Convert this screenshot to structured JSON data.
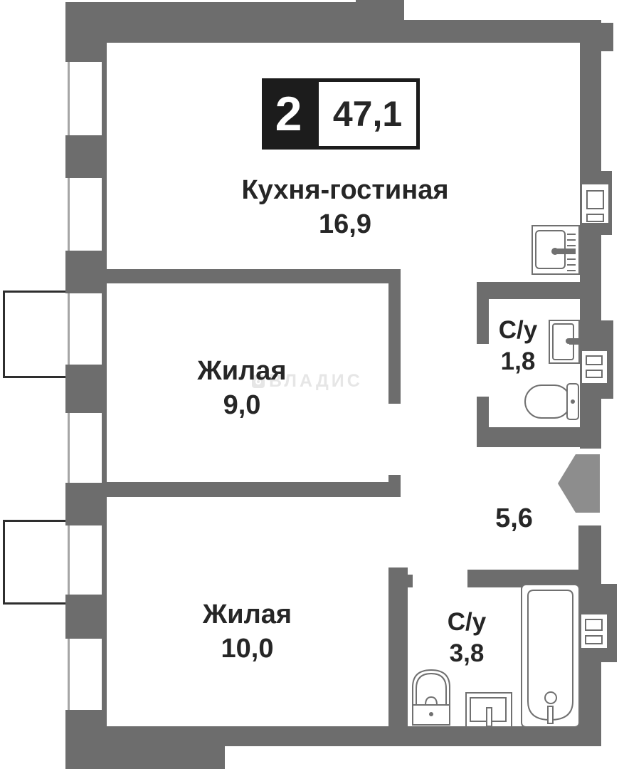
{
  "plan": {
    "badge": {
      "room_count": "2",
      "total_area": "47,1"
    },
    "rooms": [
      {
        "name": "Кухня-гостиная",
        "area": "16,9"
      },
      {
        "name": "Жилая",
        "area": "9,0"
      },
      {
        "name": "Жилая",
        "area": "10,0"
      },
      {
        "name": "С/у",
        "area": "1,8"
      },
      {
        "name": "С/у",
        "area": "3,8"
      },
      {
        "name": "",
        "area": "5,6"
      }
    ],
    "watermark": "ВЛАДИС",
    "icons": [
      "entrance-arrow-icon",
      "kitchen-sink-icon",
      "bathroom-sink-icon",
      "toilet-icon",
      "bathtub-icon",
      "ventilation-shaft-icon",
      "window",
      "balcony"
    ],
    "colors": {
      "wall": "#6d6d6d",
      "entrance_arrow": "#8d8d8d",
      "fixture_outline": "#707070",
      "balcony_outline": "#2e2e2e",
      "badge_bg": "#1c1c1c",
      "text": "#262626",
      "watermark": "#e6e6e6",
      "window_line": "#a6a6a6",
      "background": "#ffffff"
    }
  }
}
